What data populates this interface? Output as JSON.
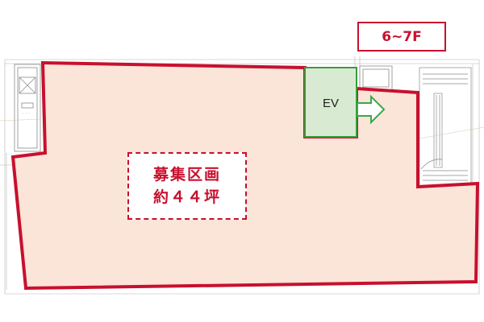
{
  "floor": {
    "label": "6~7F"
  },
  "elevator": {
    "label": "EV"
  },
  "rental_area": {
    "title": "募集区画",
    "size": "約４４坪"
  },
  "colors": {
    "outline_red": "#c8102e",
    "area_fill": "#fbe4d8",
    "elevator_fill": "#d9ead3",
    "elevator_border": "#3a9a3a",
    "arrow_green": "#3aa84a",
    "line_gray": "#9a9a9a"
  },
  "icons": {
    "arrow": "right-arrow-icon",
    "stairs": "staircase-icon"
  }
}
